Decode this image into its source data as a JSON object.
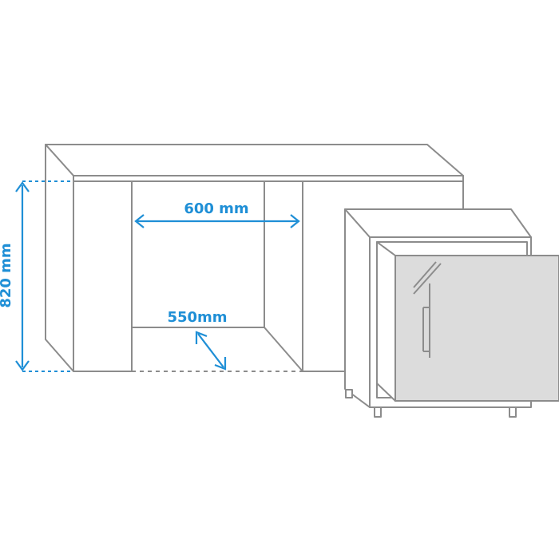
{
  "labels": {
    "width": "600 mm",
    "depth": "550mm",
    "height": "820 mm"
  },
  "colors": {
    "dimension": "#1f8fd6",
    "outline": "#8c8c8c",
    "door_fill": "#dcdcdc"
  }
}
